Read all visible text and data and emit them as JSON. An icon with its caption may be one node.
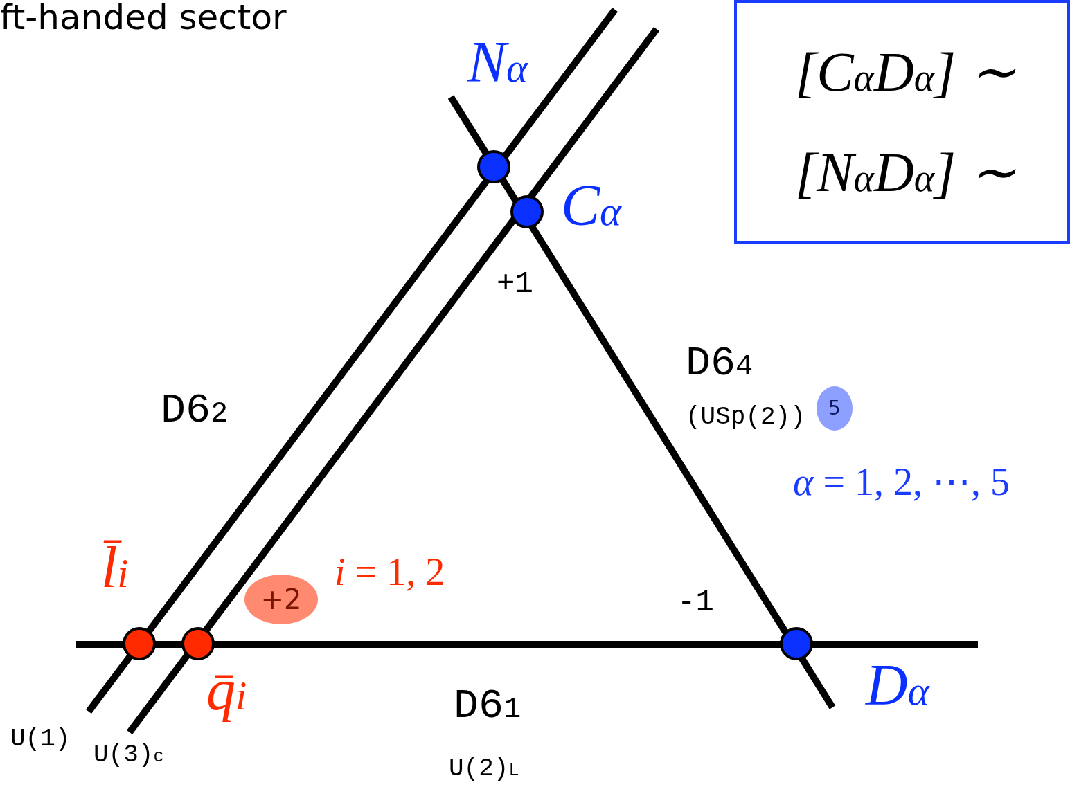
{
  "diagram": {
    "title": "ft-handed sector",
    "nodes": [
      {
        "text": [
          "[C$_{α}$D$_{α}$] ∼",
          "[N$_{α}$D$_{α}$] ∼"
        ]
      },
      {
        "text": [],
        "shape": "circle",
        "beside": [
          "N$_{α}$"
        ]
      },
      {
        "text": [],
        "shape": "circle",
        "beside": [
          "C$_{α}$"
        ]
      },
      {
        "text": [
          "5"
        ]
      },
      {
        "text": [
          "+2"
        ]
      },
      {
        "text": [],
        "shape": "circle",
        "beside": [
          "l̄$_{i}$"
        ]
      },
      {
        "text": [],
        "shape": "circle",
        "beside": [
          "q̄$_{i}$"
        ]
      },
      {
        "text": [],
        "shape": "circle",
        "beside": [
          "D$_{α}$"
        ]
      }
    ],
    "labels": [
      "+1",
      "D6$_{4}$",
      "D6$_{2}$",
      "(USp(2))",
      "*α* = 1, 2, ⋯, 5",
      "*i* = 1, 2",
      "-1",
      "D6$_{1}$",
      "U(1)",
      "U(3)$_{c}$",
      "U(2)$_{L}$"
    ]
  }
}
